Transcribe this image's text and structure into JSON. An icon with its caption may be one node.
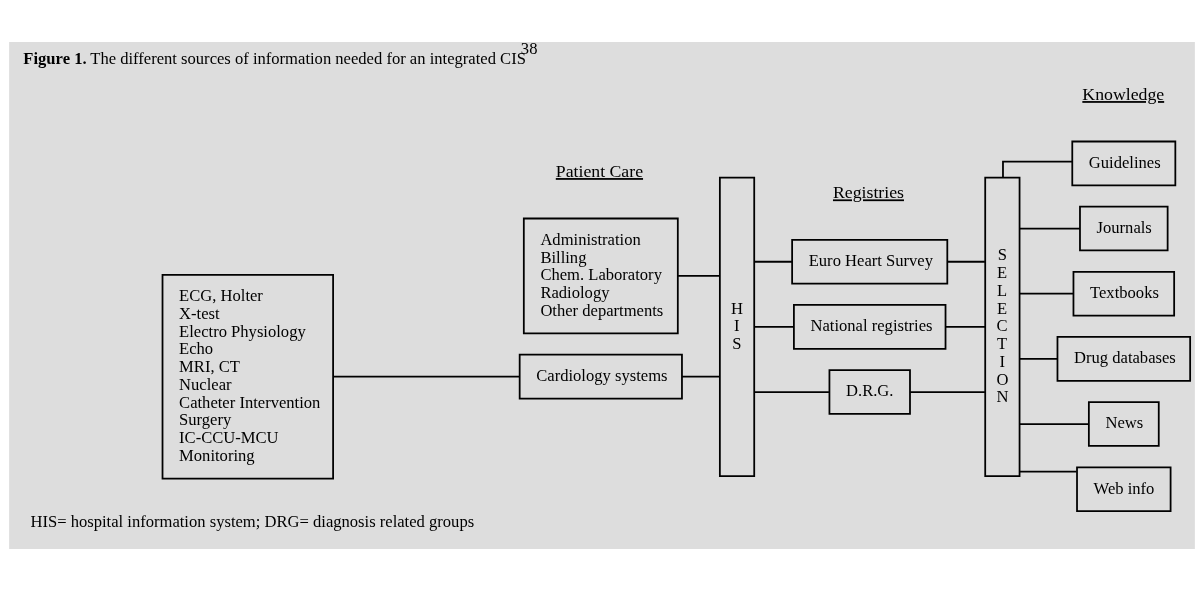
{
  "diagram": {
    "title": "**Figure 1.**  The different sources of information needed for an integrated CIS$^{38}$",
    "caption": "HIS= hospital information system; DRG= diagnosis related groups",
    "nodes": [
      {
        "text": [
          "ECG, Holter",
          "X-test",
          "Electro Physiology",
          "Echo",
          "MRI, CT",
          "Nuclear",
          "Catheter Intervention",
          "Surgery",
          "IC-CCU-MCU",
          "Monitoring"
        ]
      },
      {
        "text": [
          "Administration",
          "Billing",
          "Chem. Laboratory",
          "Radiology",
          "Other departments"
        ]
      },
      {
        "text": [
          "Cardiology systems"
        ]
      },
      {
        "text": [
          "HIS"
        ]
      },
      {
        "text": [
          "Euro Heart Survey"
        ]
      },
      {
        "text": [
          "National registries"
        ]
      },
      {
        "text": [
          "D.R.G."
        ]
      },
      {
        "text": [
          "SELECTION"
        ]
      },
      {
        "text": [
          "Guidelines"
        ]
      },
      {
        "text": [
          "Journals"
        ]
      },
      {
        "text": [
          "Textbooks"
        ]
      },
      {
        "text": [
          "Drug databases"
        ]
      },
      {
        "text": [
          "News"
        ]
      },
      {
        "text": [
          "Web info"
        ]
      }
    ],
    "edges": [
      {
        "from": 0,
        "to": 2,
        "arrow": "none"
      },
      {
        "from": 1,
        "to": 3,
        "arrow": "none"
      },
      {
        "from": 2,
        "to": 3,
        "arrow": "none"
      },
      {
        "from": 3,
        "to": 4,
        "arrow": "none"
      },
      {
        "from": 3,
        "to": 5,
        "arrow": "none"
      },
      {
        "from": 3,
        "to": 6,
        "arrow": "none"
      },
      {
        "from": 4,
        "to": 7,
        "arrow": "none"
      },
      {
        "from": 5,
        "to": 7,
        "arrow": "none"
      },
      {
        "from": 6,
        "to": 7,
        "arrow": "none"
      },
      {
        "from": 7,
        "to": 8,
        "arrow": "none"
      },
      {
        "from": 7,
        "to": 9,
        "arrow": "none"
      },
      {
        "from": 7,
        "to": 10,
        "arrow": "none"
      },
      {
        "from": 7,
        "to": 11,
        "arrow": "none"
      },
      {
        "from": 7,
        "to": 12,
        "arrow": "none"
      },
      {
        "from": 7,
        "to": 13,
        "arrow": "none"
      }
    ],
    "labels": [
      "Patient Care",
      "Registries",
      "Knowledge"
    ]
  }
}
